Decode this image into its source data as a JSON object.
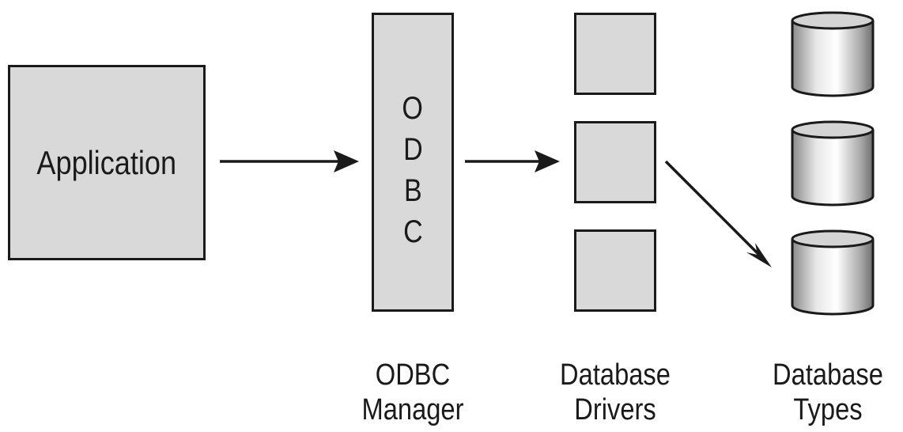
{
  "nodes": {
    "application": "Application",
    "odbc_letters": [
      "O",
      "D",
      "B",
      "C"
    ]
  },
  "captions": {
    "odbc_manager": [
      "ODBC",
      "Manager"
    ],
    "database_drivers": [
      "Database",
      "Drivers"
    ],
    "database_types": [
      "Database",
      "Types"
    ]
  },
  "colors": {
    "box_fill": "#d9d9d9",
    "stroke": "#1a1a1a",
    "background": "#ffffff"
  },
  "icons": {
    "database": "cylinder-database-icon"
  }
}
